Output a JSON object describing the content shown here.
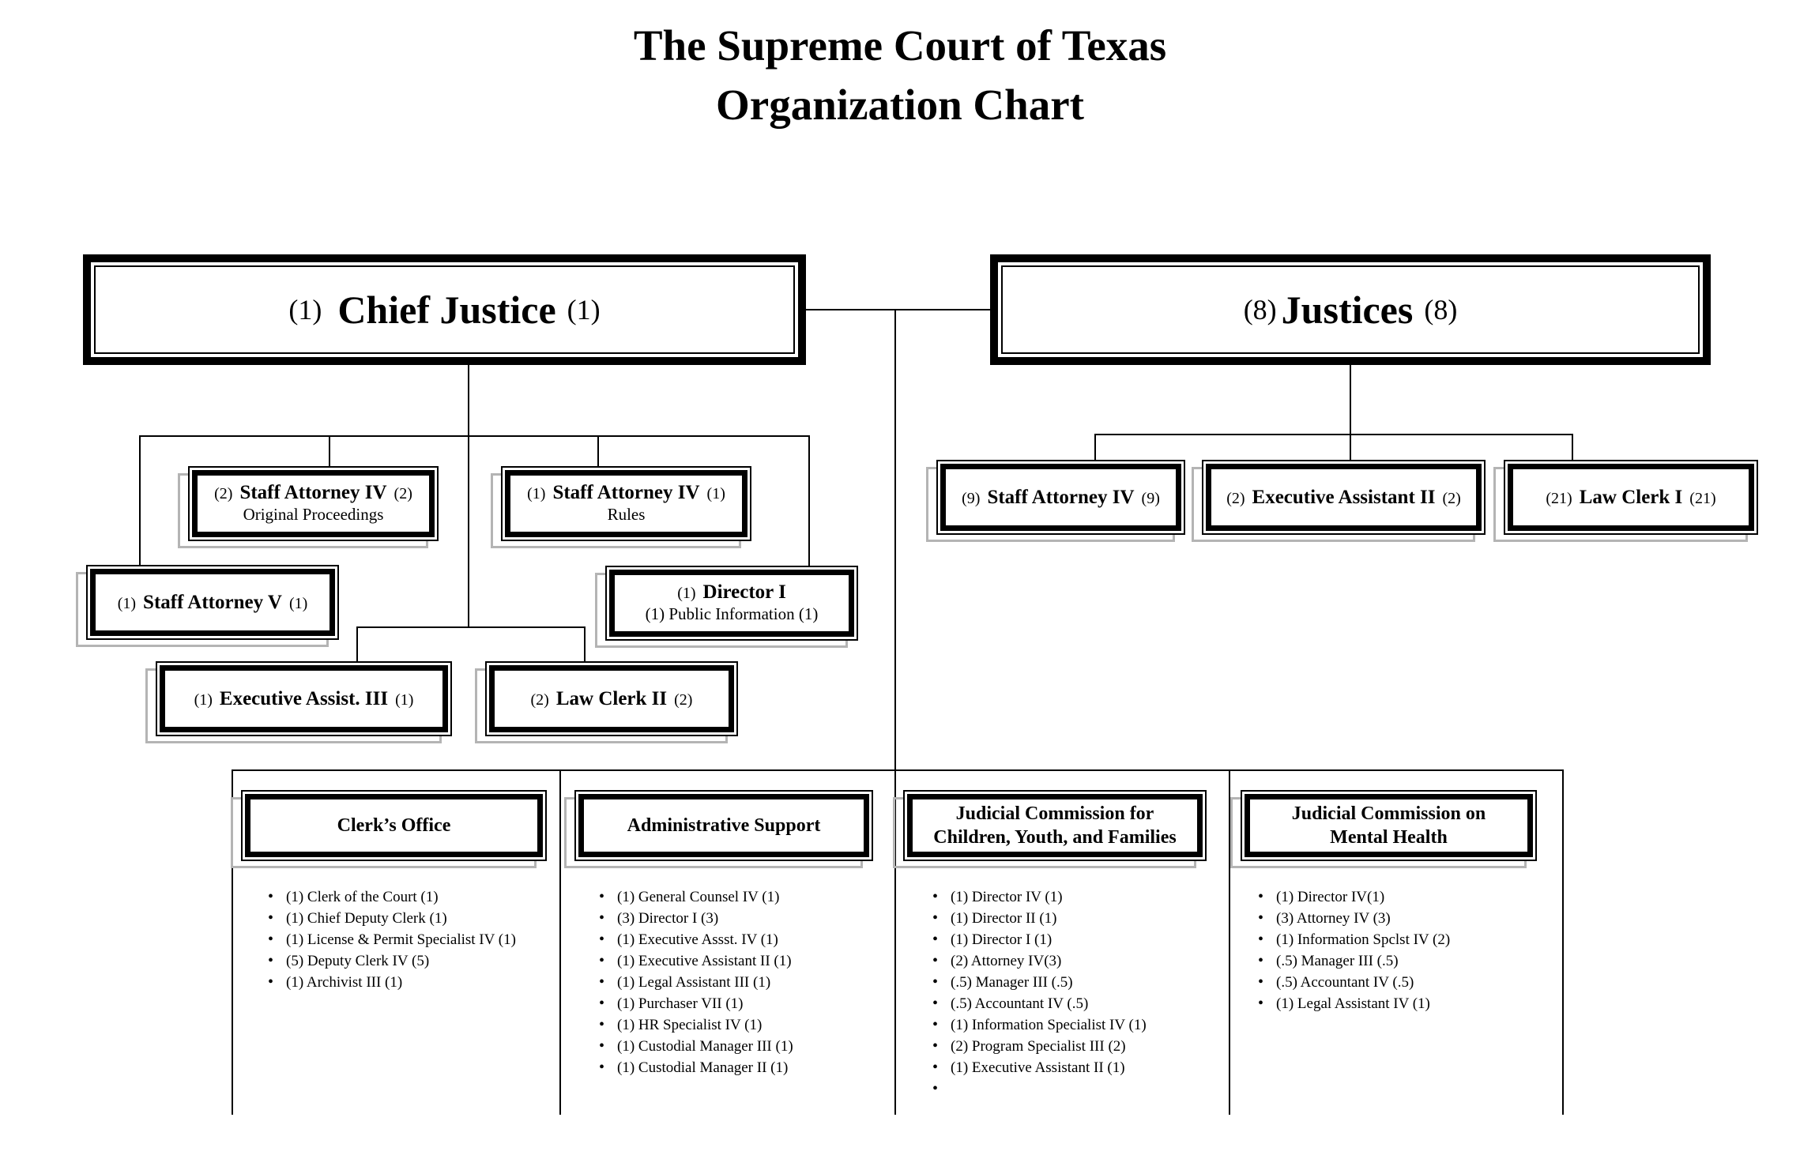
{
  "title": {
    "line1": "The Supreme Court of Texas",
    "line2": "Organization Chart"
  },
  "colors": {
    "ink": "#000000",
    "background": "#ffffff",
    "shadow": "#b4b4b4"
  },
  "top_row": {
    "chief_justice": {
      "count_left": "(1)",
      "label": "Chief Justice",
      "count_right": "(1)"
    },
    "justices": {
      "count_left": "(8)",
      "label": "Justices",
      "count_right": "(8)"
    }
  },
  "chief_justice_staff": {
    "staff_attorney_iv_original": {
      "count_left": "(2)",
      "label": "Staff Attorney IV",
      "count_right": "(2)",
      "subtitle": "Original Proceedings"
    },
    "staff_attorney_iv_rules": {
      "count_left": "(1)",
      "label": "Staff Attorney IV",
      "count_right": "(1)",
      "subtitle": "Rules"
    },
    "staff_attorney_v": {
      "count_left": "(1)",
      "label": "Staff Attorney V",
      "count_right": "(1)"
    },
    "director_i": {
      "count_left": "(1)",
      "label": "Director I",
      "subtitle": "(1) Public Information (1)"
    },
    "executive_assist_iii": {
      "count_left": "(1)",
      "label": "Executive Assist. III",
      "count_right": "(1)"
    },
    "law_clerk_ii": {
      "count_left": "(2)",
      "label": "Law Clerk II",
      "count_right": "(2)"
    }
  },
  "justices_staff": {
    "staff_attorney_iv": {
      "count_left": "(9)",
      "label": "Staff Attorney IV",
      "count_right": "(9)"
    },
    "executive_assistant_ii": {
      "count_left": "(2)",
      "label": "Executive Assistant II",
      "count_right": "(2)"
    },
    "law_clerk_i": {
      "count_left": "(21)",
      "label": "Law Clerk I",
      "count_right": "(21)"
    }
  },
  "departments": {
    "clerks_office": {
      "title_line1": "Clerk’s Office",
      "staff": [
        "(1) Clerk of the Court (1)",
        "(1) Chief Deputy Clerk (1)",
        "(1) License & Permit Specialist IV (1)",
        "(5) Deputy Clerk IV (5)",
        "(1) Archivist III (1)"
      ]
    },
    "administrative_support": {
      "title_line1": "Administrative Support",
      "staff": [
        "(1) General Counsel IV (1)",
        "(3) Director I (3)",
        "(1) Executive Assst. IV (1)",
        "(1) Executive Assistant II (1)",
        "(1) Legal Assistant III (1)",
        "(1) Purchaser VII (1)",
        "(1) HR Specialist IV (1)",
        "(1) Custodial Manager III (1)",
        "(1) Custodial Manager II (1)"
      ]
    },
    "children_youth_families": {
      "title_line1": "Judicial Commission for",
      "title_line2": "Children, Youth, and Families",
      "staff": [
        "(1) Director IV (1)",
        "(1) Director II (1)",
        "(1) Director I (1)",
        "(2) Attorney IV(3)",
        "(.5) Manager III (.5)",
        "(.5) Accountant IV (.5)",
        "(1) Information Specialist IV (1)",
        "(2) Program Specialist III (2)",
        "(1) Executive Assistant II (1)",
        ""
      ]
    },
    "mental_health": {
      "title_line1": "Judicial Commission on",
      "title_line2": "Mental Health",
      "staff": [
        "(1) Director IV(1)",
        "(3) Attorney IV (3)",
        "(1) Information Spclst IV (2)",
        "(.5) Manager III (.5)",
        "(.5) Accountant IV (.5)",
        "(1) Legal Assistant IV (1)"
      ]
    }
  }
}
